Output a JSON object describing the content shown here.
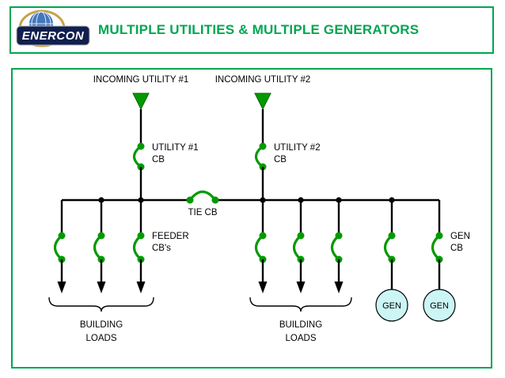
{
  "colors": {
    "green": "#009a00",
    "title_green": "#00a651",
    "border_green": "#00a651",
    "gen_fill": "#ccf5f5",
    "logo_navy": "#101f4e",
    "logo_globe_blue": "#4477bb",
    "logo_gold": "#c9a24b"
  },
  "header": {
    "logo_text": "ENERCON",
    "title": "MULTIPLE UTILITIES & MULTIPLE GENERATORS"
  },
  "diagram": {
    "incoming_utility_1": "INCOMING UTILITY #1",
    "incoming_utility_2": "INCOMING UTILITY #2",
    "utility_cb_1": {
      "line1": "UTILITY #1",
      "line2": "CB"
    },
    "utility_cb_2": {
      "line1": "UTILITY #2",
      "line2": "CB"
    },
    "tie_cb": "TIE CB",
    "feeder_cbs": {
      "line1": "FEEDER",
      "line2": "CB's"
    },
    "gen_cb": {
      "line1": "GEN",
      "line2": "CB"
    },
    "building_loads_left": {
      "line1": "BUILDING",
      "line2": "LOADS"
    },
    "building_loads_right": {
      "line1": "BUILDING",
      "line2": "LOADS"
    },
    "generators": [
      "GEN",
      "GEN"
    ]
  }
}
